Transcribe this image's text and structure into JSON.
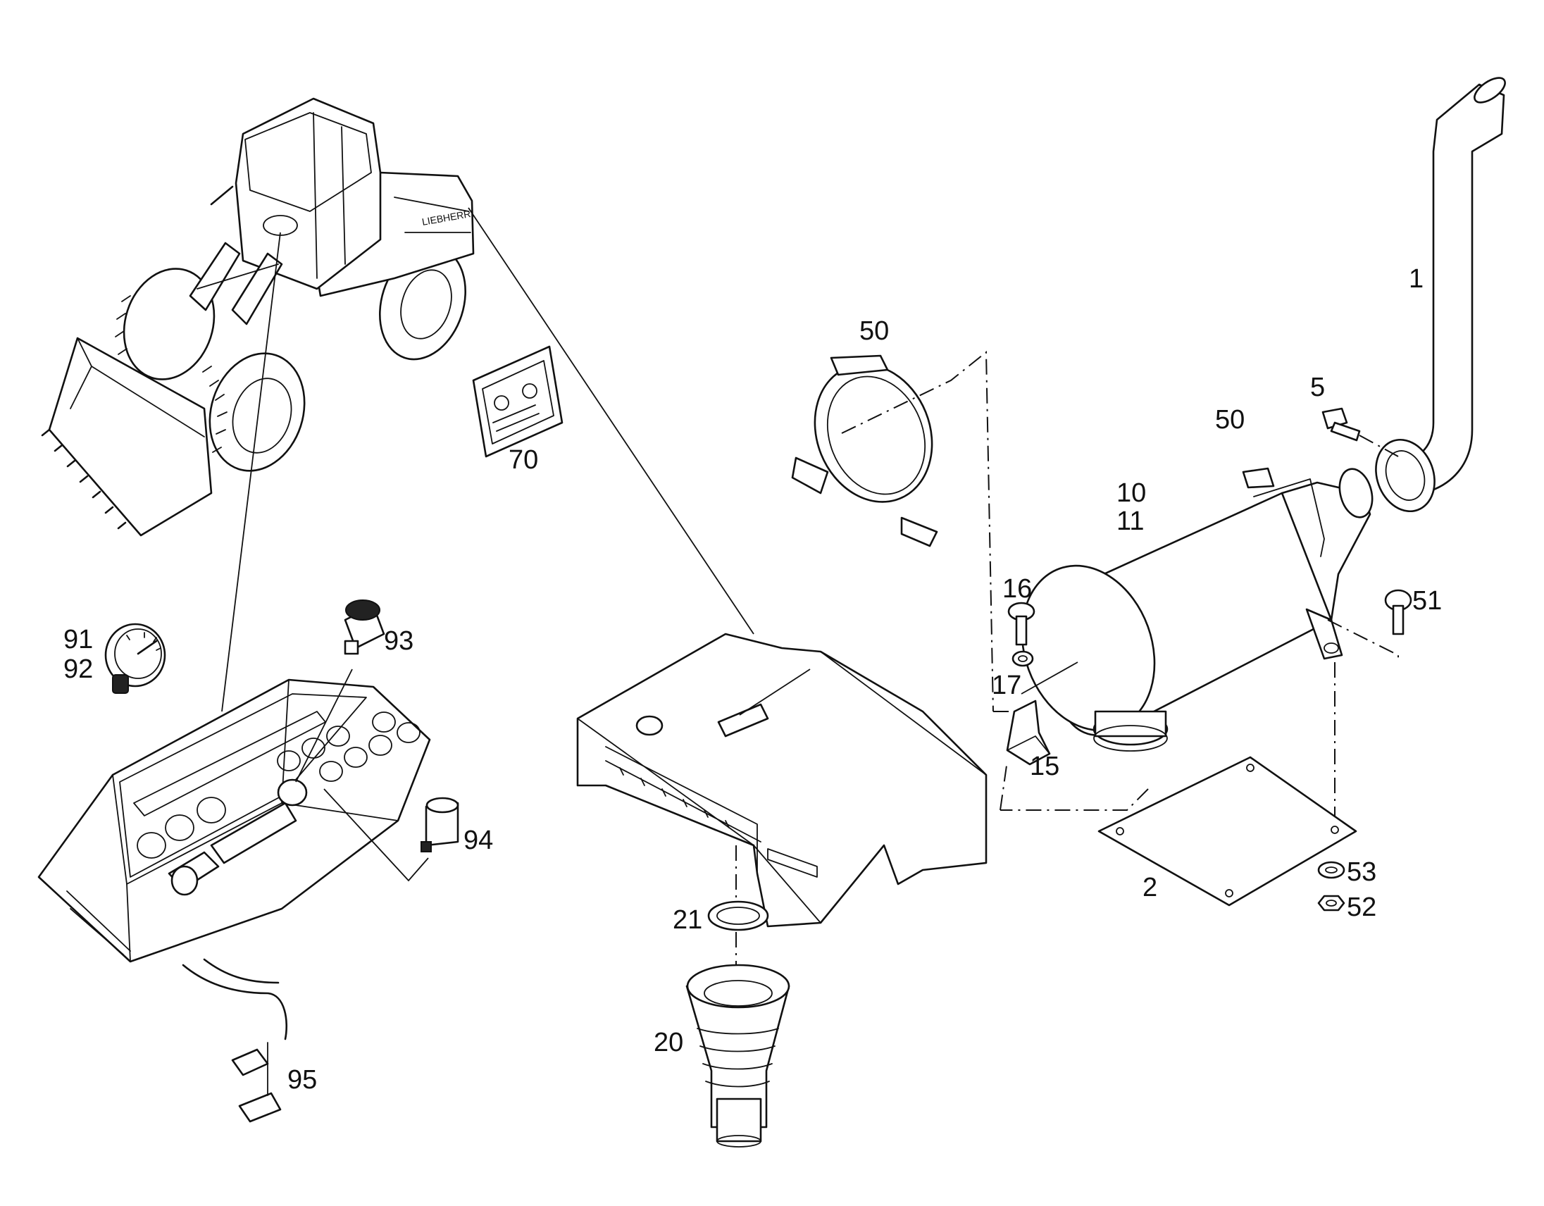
{
  "callouts": {
    "p1": "1",
    "p2": "2",
    "p5": "5",
    "p10": "10",
    "p11": "11",
    "p15": "15",
    "p16": "16",
    "p17": "17",
    "p20": "20",
    "p21": "21",
    "p50a": "50",
    "p50b": "50",
    "p51": "51",
    "p52": "52",
    "p53": "53",
    "p70": "70",
    "p91": "91",
    "p92": "92",
    "p93": "93",
    "p94": "94",
    "p95": "95"
  }
}
